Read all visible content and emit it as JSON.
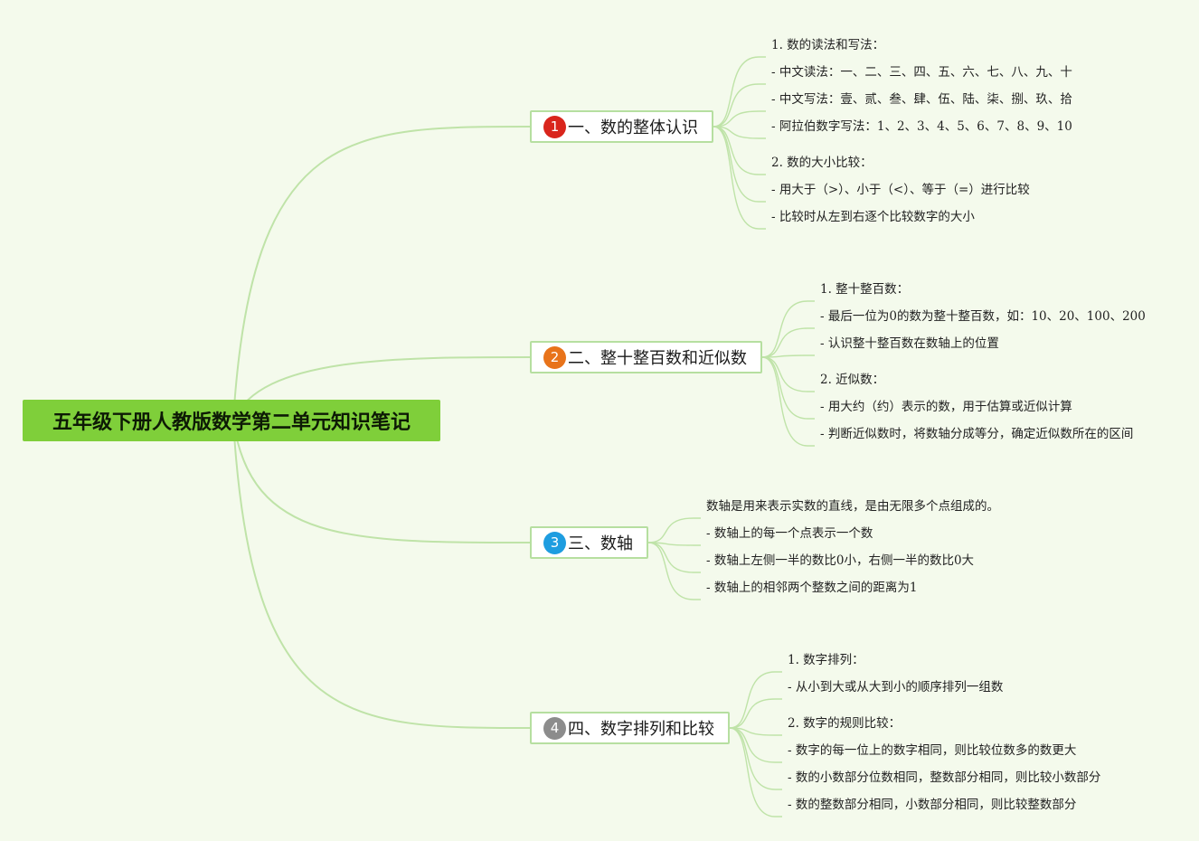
{
  "root": {
    "title": "五年级下册人教版数学第二单元知识笔记",
    "color": "#7fcf3a"
  },
  "link_color": "#bfe3a8",
  "branches": [
    {
      "number": "1",
      "badge_color": "#d9251c",
      "label": "一、数的整体认识",
      "leaves": [
        "1. 数的读法和写法：",
        "- 中文读法：一、二、三、四、五、六、七、八、九、十",
        "- 中文写法：壹、贰、叁、肆、伍、陆、柒、捌、玖、拾",
        "- 阿拉伯数字写法：1、2、3、4、5、6、7、8、9、10",
        "2. 数的大小比较：",
        "- 用大于（>）、小于（<）、等于（=）进行比较",
        "- 比较时从左到右逐个比较数字的大小"
      ]
    },
    {
      "number": "2",
      "badge_color": "#e8731a",
      "label": "二、整十整百数和近似数",
      "leaves": [
        "1. 整十整百数：",
        "- 最后一位为0的数为整十整百数，如：10、20、100、200",
        "- 认识整十整百数在数轴上的位置",
        "2. 近似数：",
        "- 用大约（约）表示的数，用于估算或近似计算",
        "- 判断近似数时，将数轴分成等分，确定近似数所在的区间"
      ]
    },
    {
      "number": "3",
      "badge_color": "#1e9de0",
      "label": "三、数轴",
      "leaves": [
        "数轴是用来表示实数的直线，是由无限多个点组成的。",
        "- 数轴上的每一个点表示一个数",
        "- 数轴上左侧一半的数比0小，右侧一半的数比0大",
        "- 数轴上的相邻两个整数之间的距离为1"
      ]
    },
    {
      "number": "4",
      "badge_color": "#8c8c8c",
      "label": "四、数字排列和比较",
      "leaves": [
        "1. 数字排列：",
        "- 从小到大或从大到小的顺序排列一组数",
        "2. 数字的规则比较：",
        "- 数字的每一位上的数字相同，则比较位数多的数更大",
        "- 数的小数部分位数相同，整数部分相同，则比较小数部分",
        "- 数的整数部分相同，小数部分相同，则比较整数部分"
      ]
    }
  ]
}
